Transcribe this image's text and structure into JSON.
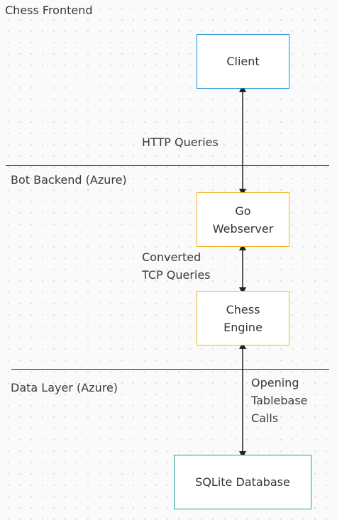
{
  "zones": [
    {
      "label": "Chess Frontend"
    },
    {
      "label": "Bot Backend (Azure)"
    },
    {
      "label": "Data Layer (Azure)"
    }
  ],
  "nodes": {
    "client": {
      "label": "Client",
      "border_color": "#1a8ccf"
    },
    "webserver": {
      "label": "Go\nWebserver",
      "border_color": "#f2b321"
    },
    "engine": {
      "label": "Chess\nEngine",
      "border_color": "#f2b321"
    },
    "database": {
      "label": "SQLite Database",
      "border_color": "#1e9e94"
    }
  },
  "edges": {
    "client_webserver": {
      "label": "HTTP Queries"
    },
    "webserver_engine": {
      "label": "Converted\nTCP Queries"
    },
    "engine_database": {
      "label": "Opening\nTablebase\nCalls"
    }
  },
  "colors": {
    "connector": "#222222",
    "divider": "#333333"
  }
}
